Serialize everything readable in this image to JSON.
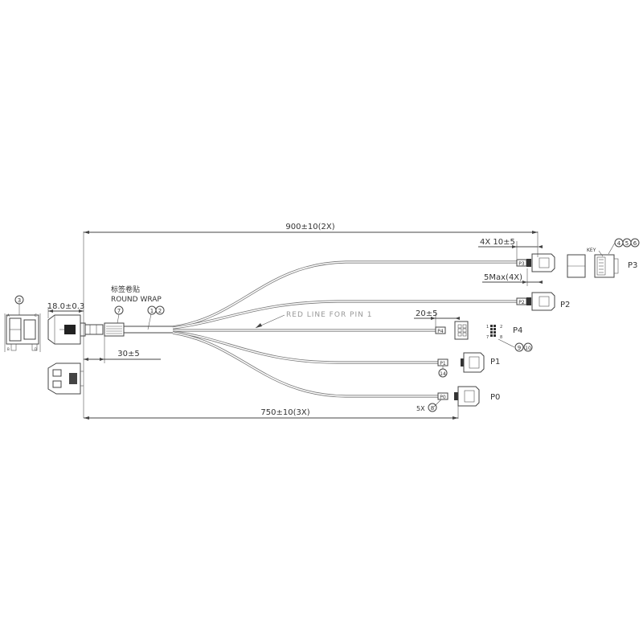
{
  "dimensions": {
    "overall_length": "900±10(2X)",
    "short_length": "750±10(3X)",
    "connector_length": "18.0±0.3",
    "label_offset": "30±5",
    "p4_breakout": "20±5",
    "p3_breakout": "4X  10±5",
    "p2_max": "5Max(4X)"
  },
  "labels": {
    "label_wrap_cn": "标签卷贴",
    "round_wrap": "ROUND  WRAP",
    "red_line": "RED LINE FOR PIN 1",
    "key": "KEY",
    "five_x": "5X"
  },
  "connectors": {
    "p3": "P3",
    "p2": "P2",
    "p4": "P4",
    "p1": "P1",
    "p0": "P0",
    "tag_p3": "P3",
    "tag_p2": "P2",
    "tag_p4": "P4",
    "tag_p1": "P1",
    "tag_p0": "P0"
  },
  "pin_labels": {
    "tl": "1",
    "tr": "2",
    "bl": "7",
    "br": "8"
  },
  "balloons": {
    "b1": "1",
    "b2": "2",
    "b3": "3",
    "b4": "4",
    "b5": "5",
    "b6": "6",
    "b7": "7",
    "b8": "8",
    "b9": "9",
    "b10": "10",
    "b14": "14"
  }
}
